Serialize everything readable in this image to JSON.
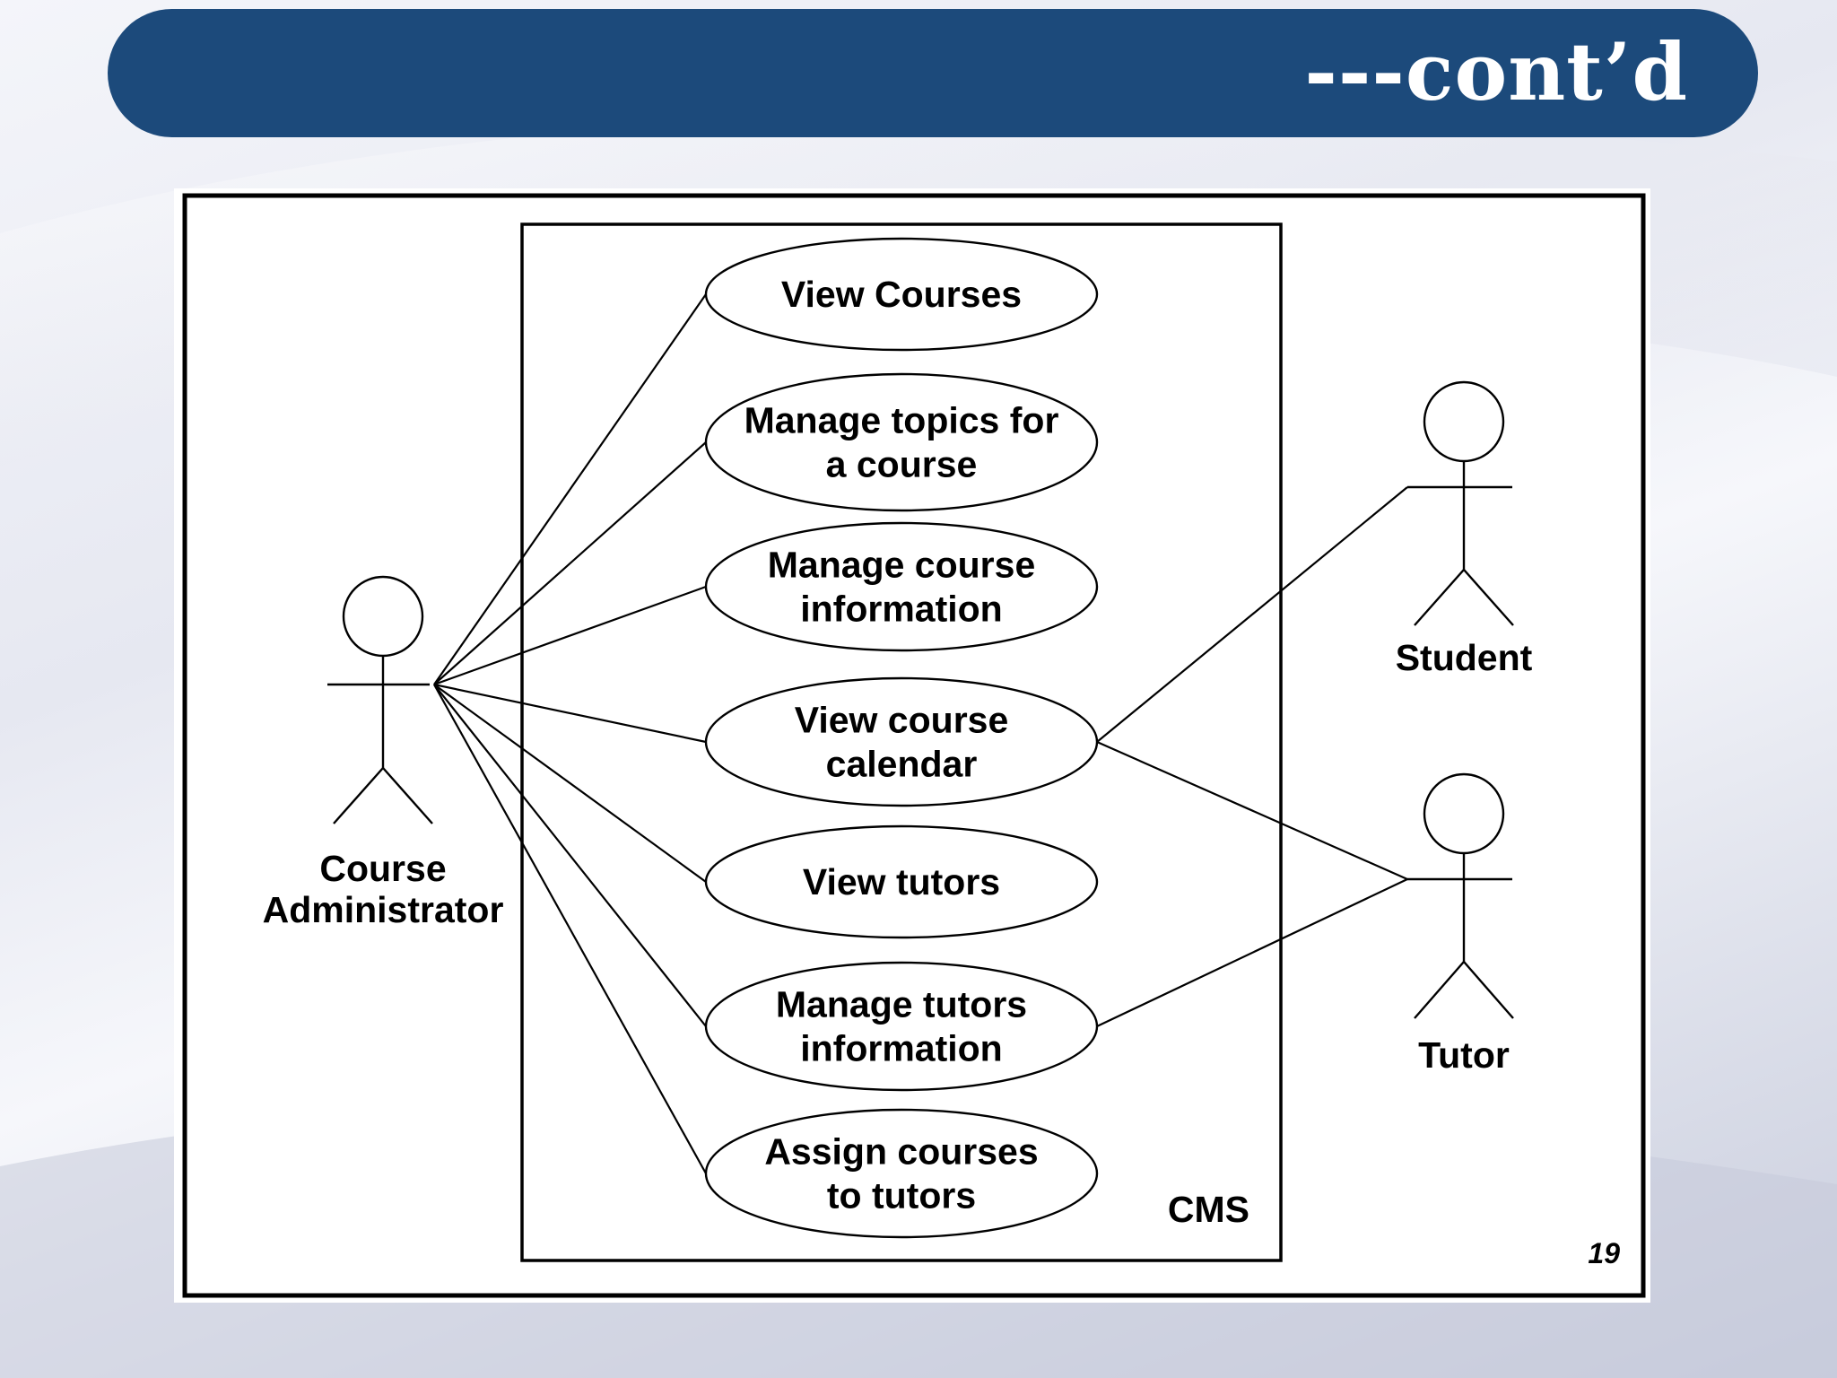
{
  "slide": {
    "title": "---cont’d",
    "page_number": "19"
  },
  "diagram": {
    "system_label": "CMS",
    "use_cases": [
      {
        "id": "uc1",
        "lines": [
          "View Courses"
        ]
      },
      {
        "id": "uc2",
        "lines": [
          "Manage topics for",
          "a course"
        ]
      },
      {
        "id": "uc3",
        "lines": [
          "Manage course",
          "information"
        ]
      },
      {
        "id": "uc4",
        "lines": [
          "View course",
          "calendar"
        ]
      },
      {
        "id": "uc5",
        "lines": [
          "View tutors"
        ]
      },
      {
        "id": "uc6",
        "lines": [
          "Manage tutors",
          "information"
        ]
      },
      {
        "id": "uc7",
        "lines": [
          "Assign courses",
          "to tutors"
        ]
      }
    ],
    "actors": [
      {
        "id": "admin",
        "lines": [
          "Course",
          "Administrator"
        ]
      },
      {
        "id": "student",
        "lines": [
          "Student"
        ]
      },
      {
        "id": "tutor",
        "lines": [
          "Tutor"
        ]
      }
    ],
    "associations": [
      {
        "actor": "admin",
        "use_case": "uc1"
      },
      {
        "actor": "admin",
        "use_case": "uc2"
      },
      {
        "actor": "admin",
        "use_case": "uc3"
      },
      {
        "actor": "admin",
        "use_case": "uc4"
      },
      {
        "actor": "admin",
        "use_case": "uc5"
      },
      {
        "actor": "admin",
        "use_case": "uc6"
      },
      {
        "actor": "admin",
        "use_case": "uc7"
      },
      {
        "actor": "student",
        "use_case": "uc4"
      },
      {
        "actor": "tutor",
        "use_case": "uc4"
      },
      {
        "actor": "tutor",
        "use_case": "uc6"
      }
    ]
  }
}
